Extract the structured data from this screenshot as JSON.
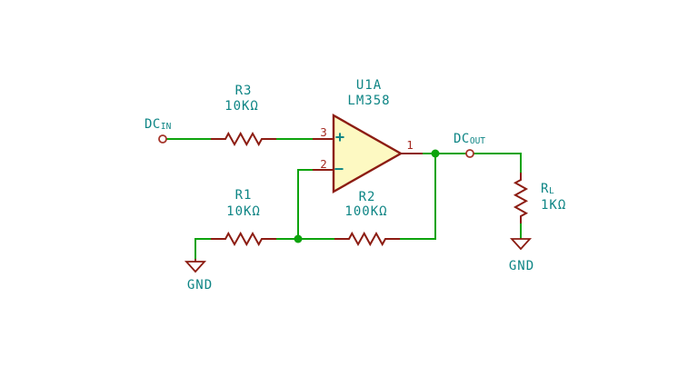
{
  "schematic": {
    "colors": {
      "background": "#ffffff",
      "wire_green": "#0da30d",
      "junction_green": "#0da30d",
      "symbol_maroon": "#8c1c12",
      "pin_number_red": "#a52a21",
      "body_fill_yellow": "#fdf9c2",
      "label_teal": "#0e8585"
    },
    "nets": {
      "input": {
        "base": "DC",
        "sub": "IN"
      },
      "output": {
        "base": "DC",
        "sub": "OUT"
      },
      "gnd_left": "GND",
      "gnd_right": "GND"
    },
    "components": {
      "u1": {
        "ref": "U1A",
        "value": "LM358",
        "pin_noninv_number": "3",
        "pin_inv_number": "2",
        "pin_out_number": "1",
        "plus_sign": "+",
        "minus_sign": "−"
      },
      "r3": {
        "ref": "R3",
        "value": "10KΩ"
      },
      "r1": {
        "ref": "R1",
        "value": "10KΩ"
      },
      "r2": {
        "ref": "R2",
        "value": "100KΩ"
      },
      "rl": {
        "ref_base": "R",
        "ref_sub": "L",
        "value": "1KΩ"
      }
    }
  }
}
